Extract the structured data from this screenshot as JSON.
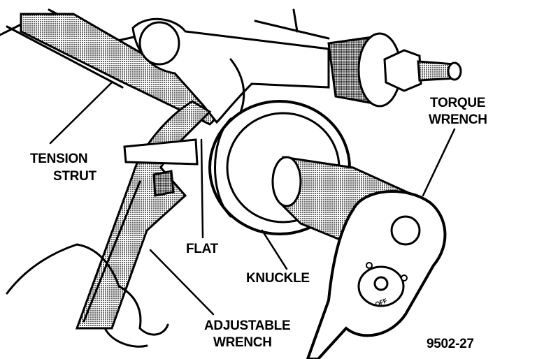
{
  "labels": {
    "tension_strut_line1": "TENSION",
    "tension_strut_line2": "STRUT",
    "flat": "FLAT",
    "knuckle": "KNUCKLE",
    "torque_wrench_line1": "TORQUE",
    "torque_wrench_line2": "WRENCH",
    "adjustable_wrench_line1": "ADJUSTABLE",
    "adjustable_wrench_line2": "WRENCH",
    "ratchet_marking": "OFF",
    "figure_number": "9502-27"
  },
  "colors": {
    "ink": "#000000",
    "paper": "#ffffff",
    "shade": "#8a8a8a"
  }
}
